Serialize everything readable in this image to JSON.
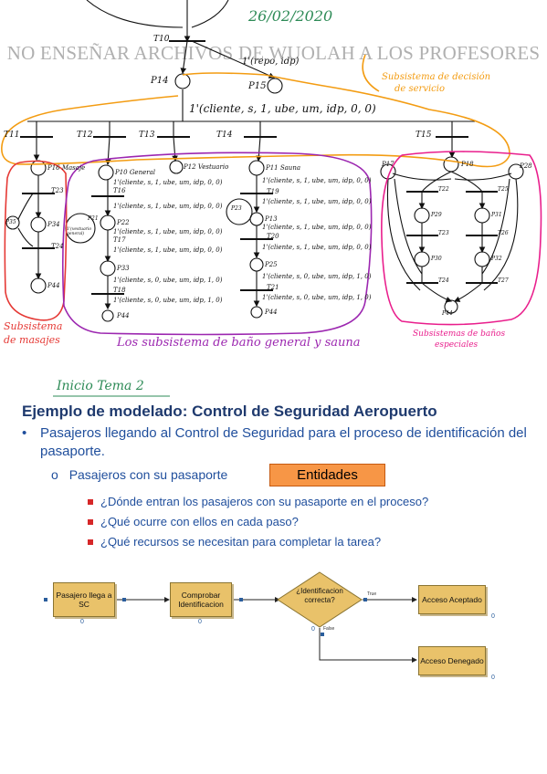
{
  "date": "26/02/2020",
  "watermark": "NO ENSEÑAR ARCHIVOS DE WUOLAH A LOS PROFESORES",
  "petri": {
    "transitions_top": {
      "t10": "T10",
      "t11": "T11",
      "t12": "T12",
      "t13": "T13",
      "t14": "T14",
      "t15": "T15"
    },
    "arc_repo": "1'(repo, idp)",
    "arc_cliente": "1'(cliente, s, 1, ube, um, idp, 0, 0)",
    "places": {
      "p14": "P14",
      "p15": "P15",
      "p16": "P16 Masaje",
      "p10": "P10 General",
      "p12": "P12 Vestuario",
      "p11": "P11 Sauna",
      "p18": "P18",
      "p28": "P28",
      "p17": "P17"
    },
    "decision_label": [
      "Subsistema de decisión",
      "de servicio"
    ],
    "masaje": {
      "t23": "T23",
      "p35": "P35",
      "p34": "P34",
      "t24": "T24",
      "p44": "P44"
    },
    "general": {
      "t16": "T16",
      "p22": "P22",
      "p21": "P21",
      "p21_note": "1'(vestuario general)",
      "t17": "T17",
      "p33": "P33",
      "t18": "T18",
      "p44": "P44",
      "arcs": [
        "1'(cliente, s, 1, ube, um, idp, 0, 0)",
        "1'(cliente, s, 1, ube, um, idp, 0, 0)",
        "1'(cliente, s, 1, ube, um, idp, 0, 0)",
        "1'(cliente, s, 1, ube, um, idp, 0, 0)",
        "1'(cliente, s, 0, ube, um, idp, 1, 0)",
        "1'(cliente, s, 0, ube, um, idp, 1, 0)"
      ]
    },
    "sauna": {
      "t19": "T19",
      "p13": "P13",
      "p23": "P23",
      "t20": "T20",
      "p25": "P25",
      "t21": "T21",
      "p44": "P44",
      "arcs": [
        "1'(cliente, s, 1, ube, um, idp, 0, 0)",
        "1'(cliente, s, 1, ube, um, idp, 0, 0)",
        "1'(cliente, s, 1, ube, um, idp, 0, 0)",
        "1'(cliente, s, 1, ube, um, idp, 0, 0)",
        "1'(cliente, s, 0, ube, um, idp, 1, 0)",
        "1'(cliente, s, 0, ube, um, idp, 1, 0)"
      ]
    },
    "especiales": {
      "t22": "T22",
      "t25": "T25",
      "p29": "P29",
      "p31": "P31",
      "t23": "T23",
      "t26": "T26",
      "p30": "P30",
      "p32": "P32",
      "t24": "T24",
      "t27": "T27",
      "p44": "P44"
    },
    "label_masajes": [
      "Subsistema",
      "de masajes"
    ],
    "label_general": "Los subsistema de baño general y sauna",
    "label_especiales": [
      "Subsistemas de baños",
      "especiales"
    ]
  },
  "inicio": "Inicio Tema 2",
  "section_title": "Ejemplo de modelado: Control de Seguridad Aeropuerto",
  "bullet_main": "Pasajeros llegando al Control de Seguridad para el proceso de identificación del pasaporte.",
  "bullet_sub": "Pasajeros con su pasaporte",
  "entidades": "Entidades",
  "questions": [
    "¿Dónde entran los pasajeros con su pasaporte en el proceso?",
    "¿Qué ocurre con ellos en cada paso?",
    "¿Qué recursos se necesitan para completar la tarea?"
  ],
  "flow": {
    "create": "Pasajero llega a SC",
    "process": "Comprobar Identificacion",
    "decide": "¿Identificacion correcta?",
    "accept": "Acceso Aceptado",
    "deny": "Acceso Denegado",
    "true_label": "True",
    "false_label": "False",
    "counter": "0"
  },
  "colors": {
    "orange": "#f39c12",
    "red": "#e53935",
    "purple": "#9c27b0",
    "pink": "#e91e8c",
    "green": "#2e8b57",
    "blue": "#1f4e9c",
    "box": "#e9c26a"
  }
}
